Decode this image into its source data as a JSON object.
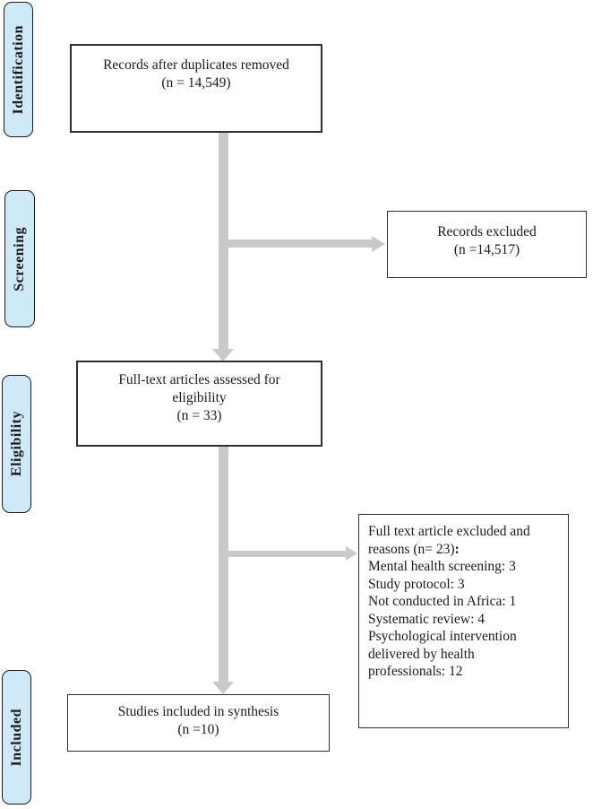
{
  "figure_type": "PRISMA flow diagram",
  "colors": {
    "stage_label_fill": "#cee9f8",
    "stage_label_border": "#1a1a1a",
    "box_border": "#2e2e2e",
    "arrow_gray": "#c9c9c9",
    "background": "#ffffff",
    "text": "#1a1a1a"
  },
  "stage_labels": [
    {
      "label": "Identification"
    },
    {
      "label": "Screening"
    },
    {
      "label": "Eligibility"
    },
    {
      "label": "Included"
    }
  ],
  "boxes": {
    "records_after_duplicates": {
      "line1": "Records after duplicates removed",
      "line2": "(n = 14,549)"
    },
    "records_excluded": {
      "line1": "Records excluded",
      "line2": "(n =14,517)"
    },
    "fulltext_assessed": {
      "line1": "Full-text articles assessed for",
      "line2": "eligibility",
      "line3": "(n = 33)"
    },
    "fulltext_excluded": {
      "lines": [
        "Full text article excluded and",
        "reasons (n= 23)",
        "Mental health screening: 3",
        "Study protocol: 3",
        "Not conducted in Africa: 1",
        "Systematic review: 4",
        "Psychological intervention",
        "delivered by health",
        "professionals: 12"
      ],
      "colon_after_line2": ":"
    },
    "studies_included": {
      "line1": "Studies included in synthesis",
      "line2": "(n =10)"
    }
  }
}
